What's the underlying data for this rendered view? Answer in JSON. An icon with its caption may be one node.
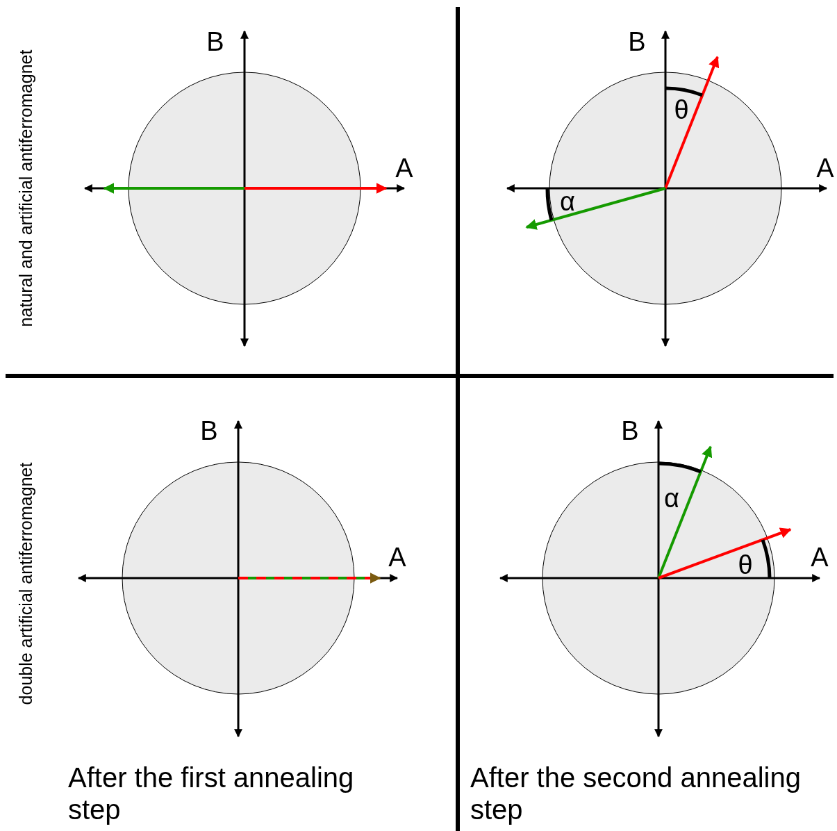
{
  "diagram": {
    "labels": [
      "natural and artificial antiferromagnet",
      "B",
      "A",
      "B",
      "θ",
      "A",
      "α",
      "double artificial antiferromagnet",
      "B",
      "A",
      "B",
      "α",
      "θ",
      "A",
      "After the first annealing step",
      "After the second annealing step"
    ]
  }
}
